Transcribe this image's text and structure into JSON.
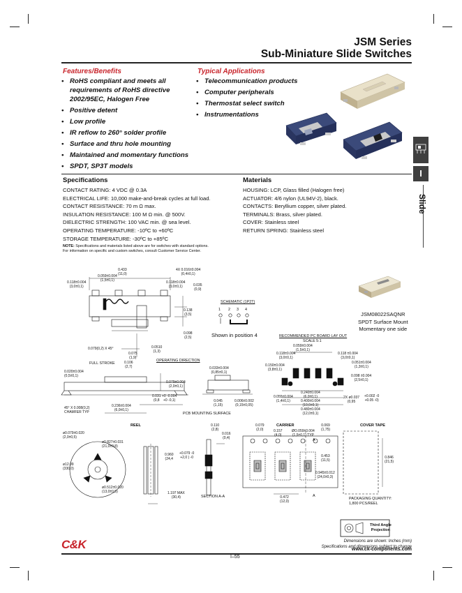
{
  "header": {
    "series": "JSM Series",
    "subtitle": "Sub-Miniature Slide Switches"
  },
  "features": {
    "heading": "Features/Benefits",
    "items": [
      "RoHS compliant and meets all",
      "requirements of RoHS directive",
      "2002/95EC, Halogen Free",
      "Positive detent",
      "Low profile",
      "IR reflow to 260° solder profile",
      "Surface and thru hole mounting",
      "Maintained and momentary functions",
      "SPDT, SP3T models"
    ]
  },
  "applications": {
    "heading": "Typical Applications",
    "items": [
      "Telecommunication products",
      "Computer peripherals",
      "Thermostat select switch",
      "Instrumentations"
    ]
  },
  "specifications": {
    "heading": "Specifications",
    "lines": [
      "CONTACT RATING: 4 VDC @ 0.3A",
      "ELECTRICAL LIFE: 10,000 make-and-break cycles at full load.",
      "CONTACT RESISTANCE: 70 m Ω max.",
      "INSULATION RESISTANCE: 100 M Ω min. @ 500V.",
      "DIELECTRIC STRENGTH: 100 VAC min. @ sea level.",
      "OPERATING TEMPERATURE: -10ºC to +60ºC",
      "STORAGE TEMPERATURE: -30ºC to +85ºC"
    ],
    "note_bold": "NOTE:",
    "note_1": " Specifications and materials listed above are for switches with standard options.",
    "note_2": "For information on specific and custom switches, consult Customer Service Center."
  },
  "materials": {
    "heading": "Materials",
    "lines": [
      "HOUSING: LCP, Glass filled (Halogen free)",
      "ACTUATOR: 4/6 nylon (UL94V-2), black.",
      "CONTACTS: Beryllium copper, silver plated.",
      "TERMINALS: Brass, silver plated.",
      "COVER: Stainless steel",
      "RETURN SPRING: Stainless steel"
    ]
  },
  "side_tab": {
    "section_letter": "I",
    "label": "Slide"
  },
  "drawing": {
    "schematic_title": "SCHEMATIC (1P2T)",
    "schematic_pins": [
      "1",
      "2",
      "3",
      "4"
    ],
    "shown_in_position": "Shown in position 4",
    "part_number": "JSM08022SAQNR",
    "part_desc_1": "SPDT Surface Mount",
    "part_desc_2": "Momentary one side",
    "pcb_title": "RECOMMENDED PC BOARD LAY OUT",
    "pcb_scale": "SCALE 5:1",
    "full_stroke": "FULL STROKE",
    "operating_direction": "OPERATING DIRECTION",
    "pcb_mounting_surface": "PCB MOUNTING SURFACE",
    "chamfer": "45° X 0.008(0,2)",
    "chamfer_typ": "CHAMFER TYP",
    "reel_label": "REEL",
    "carrier_label": "CARRIER",
    "cover_tape_label": "COVER TAPE",
    "section_aa": "SECTION A-A",
    "packaging_1": "PACKAGING QUANTITY:",
    "packaging_2": "1,800 PCS/REEL",
    "dims_top": {
      "d0433": "0.433",
      "d0433m": "(11,0)",
      "d0059": "0.059±0.004",
      "d0059m": "(1,5±0,1)",
      "d0118": "0.118±0.004",
      "d0118m": "(3,0±0,1)",
      "d4x": "4X 0.016±0.004",
      "d4xm": "(0,4±0,1)",
      "d0118b": "0.118±0.004",
      "d0118bm": "(3,0±0,1)",
      "d0035": "0.035",
      "d0035m": "(0,9)",
      "d0138": "0.138",
      "d0138m": "(3,5)",
      "d0098": "0.098",
      "d0098m": "(2,5)",
      "d0079c": "0.079(0,2) X 45°",
      "d0051": "0.0510",
      "d0051m": "(1,3)",
      "d0075": "0.075",
      "d0075m": "(1,9)",
      "d0106": "0.106",
      "d0106m": "(2,7)"
    },
    "dims_front": {
      "d0020": "0.020±0.004",
      "d0020m": "(0,5±0,1)",
      "d0236": "0.236±0.004",
      "d0236m": "(6,0±0,1)",
      "d0079": "0.079±0.004",
      "d0079m": "(2,0±0,1)",
      "d0031": "0.031",
      "d0031m": "(0,8",
      "d0031tol": "+0 -0.004",
      "d0031tolm": "+0 -0,1)",
      "d0033": "0.033±0.004",
      "d0033m": "(0,85±0,1)",
      "d0045": "0.045",
      "d0045m": "(1,15)",
      "d0006": "0.006±0.002",
      "d0006m": "(0,15±0,05)"
    },
    "dims_pcb": {
      "d0059": "0.059±0.004",
      "d0059m": "(1,5±0,1)",
      "d0118a": "0.118±0.004",
      "d0118am": "(3,0±0,1)",
      "d0118b": "0.118 ±0.004",
      "d0118bm": "(3,0±0,1)",
      "d0150": "0.150±0.004",
      "d0150m": "(3,8±0,1)",
      "d0051": "0.051±0.004",
      "d0051m": "(1,3±0,1)",
      "d0098": "0.098 ±0.004",
      "d0098m": "(2,5±0,1)",
      "d0055": "0.055±0.004",
      "d0055m": "(1,4±0,1)",
      "d0240": "0.240±0.004",
      "d0240m": "(6,0±0,1)",
      "d0400": "0.400±0.004",
      "d0400m": "(10,0±0,1)",
      "d0480": "0.480±0.004",
      "d0480m": "(12,0±0,1)",
      "d2x": "2X ø0.037",
      "d2xtol": "+0.002 -0",
      "d2xm": "(0,95",
      "d2xmtol": "+0.05 -0)"
    },
    "dims_reel": {
      "d0079": "ø0.079±0.020",
      "d0079m": "(2,0±0,5)",
      "d0827": "ø0.827±0.031",
      "d0827m": "(21,0±0,8)",
      "d1299": "ø12.99",
      "d1299m": "(330,0)",
      "d0512": "ø0.512±0.020",
      "d0512m": "(13,0±0,5)",
      "d0960": "0.960",
      "d0960tol": "+0.079 -0",
      "d0960m": "(24,4",
      "d0960mtol": "+2,0 ) -0",
      "d1197": "1.197 MAX",
      "d1197m": "(30,4)"
    },
    "dims_carrier": {
      "d0110": "0.110",
      "d0110m": "(2,8)",
      "d0016": "0.016",
      "d0016m": "(0,4)",
      "d0079": "0.079",
      "d0079m": "(2,0)",
      "d0157": "0.157",
      "d0157m": "(4,0)",
      "d0059": "ØO.059±0.004",
      "d0059m": "(1,5±0,1) TYP",
      "d0069": "0.069",
      "d0069m": "(1,75)",
      "d0453": "0.453",
      "d0453m": "(11,5)",
      "d0945": "0.945±0.012",
      "d0945m": "(24,0±0,3)",
      "d0472": "0.472",
      "d0472m": "(12,0)",
      "d0846": "0.846",
      "d0846m": "(21,5)",
      "a_label": "A"
    }
  },
  "projection": {
    "line1": "Third Angle",
    "line2": "Projection"
  },
  "footer": {
    "dims_note": "Dimensions are shown: Inches (mm)",
    "spec_note": "Specifications and dimensions subject to change",
    "logo": "C&K",
    "page": "I–55",
    "website": "www.ck-components.com"
  },
  "colors": {
    "accent_red": "#c8242b",
    "tab_dark": "#3f3f3f"
  }
}
